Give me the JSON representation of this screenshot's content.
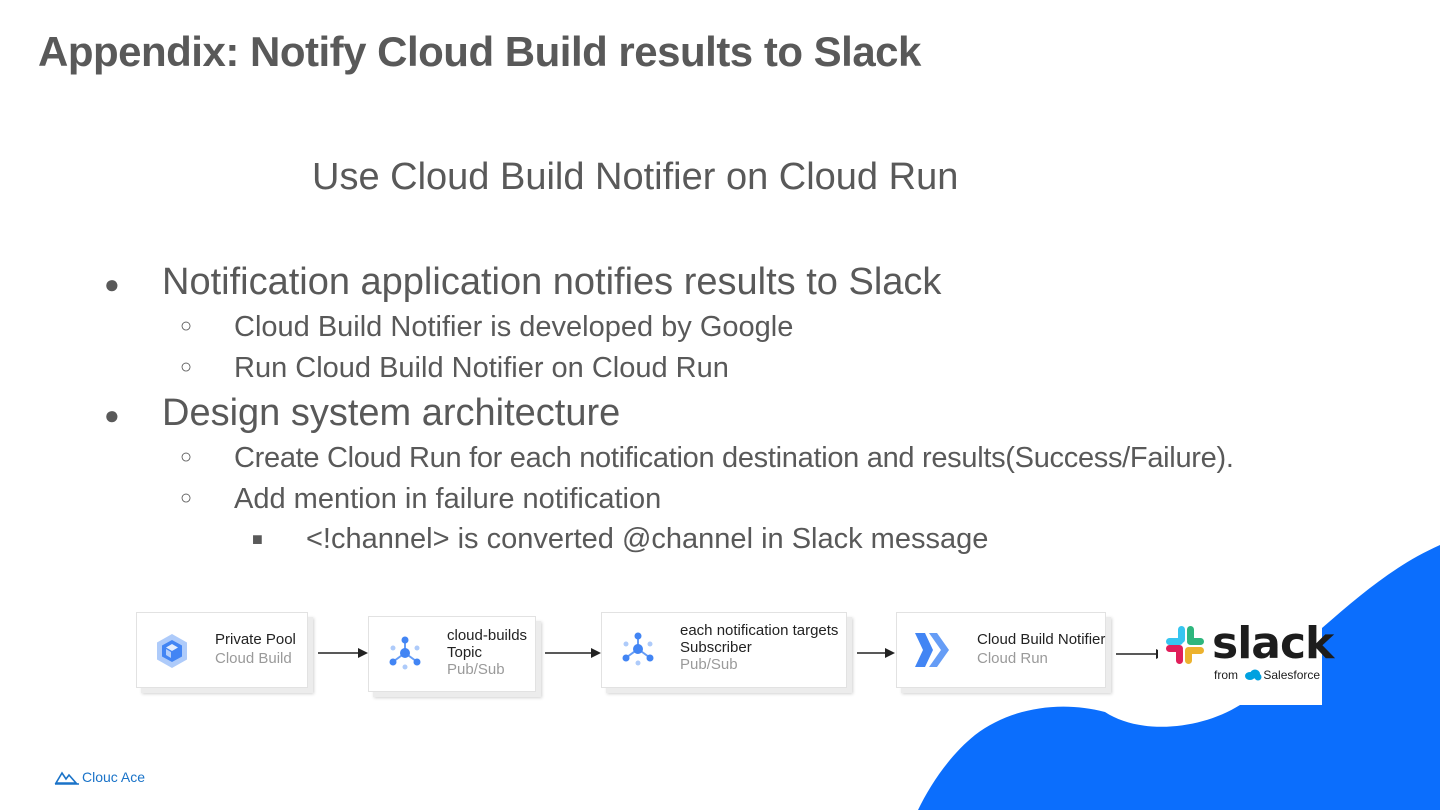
{
  "title": "Appendix: Notify Cloud Build results to Slack",
  "subtitle": "Use Cloud Build Notifier on Cloud Run",
  "bullets": {
    "b1": "Notification application notifies results to Slack",
    "b1_1": "Cloud Build Notifier is developed by Google",
    "b1_2": "Run Cloud Build Notifier on Cloud Run",
    "b2": "Design system architecture",
    "b2_1": "Create Cloud Run for each notification destination and results(Success/Failure).",
    "b2_2": "Add mention in failure notification",
    "b2_2_1": "<!channel> is converted @channel in Slack message",
    "marker_l1": "●",
    "marker_l2": "○",
    "marker_l3": "■"
  },
  "diagram": {
    "cards": [
      {
        "line1": "Private Pool",
        "line2": "Cloud Build",
        "icon": "cloud-build-icon"
      },
      {
        "line1": "cloud-builds",
        "line1b": "Topic",
        "line2": "Pub/Sub",
        "icon": "pubsub-icon"
      },
      {
        "line1": "each notification targets",
        "line1b": "Subscriber",
        "line2": "Pub/Sub",
        "icon": "pubsub-icon"
      },
      {
        "line1": "Cloud Build Notifier",
        "line2": "Cloud Run",
        "icon": "cloud-run-icon"
      }
    ],
    "slack": {
      "wordmark": "slack",
      "from": "from",
      "brand": "Salesforce"
    }
  },
  "footer": {
    "brand": "Clouc Ace"
  },
  "colors": {
    "accent_blue": "#0b6efd",
    "text_gray": "#595959",
    "gcp_blue": "#4285f4"
  }
}
